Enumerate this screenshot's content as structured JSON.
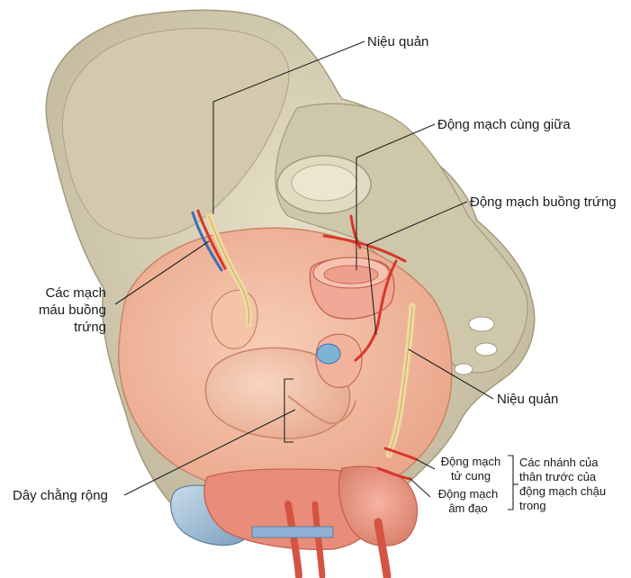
{
  "figure": {
    "labels": {
      "ureter_top": "Niệu quản",
      "median_sacral_artery": "Động mạch cùng giữa",
      "ovarian_artery": "Động mạch buồng trứng",
      "ovarian_vessels_line1": "Các mạch",
      "ovarian_vessels_line2": "máu buồng",
      "ovarian_vessels_line3": "trứng",
      "ureter_right": "Niệu quản",
      "uterine_artery_line1": "Động mạch",
      "uterine_artery_line2": "tử cung",
      "vaginal_artery_line1": "Động mạch",
      "vaginal_artery_line2": "âm đạo",
      "branches_line1": "Các nhánh của",
      "branches_line2": "thân trước của",
      "branches_line3": "động mạch chậu",
      "branches_line4": "trong",
      "broad_ligament": "Dây chằng rộng"
    },
    "colors": {
      "bone": "#d8d1b6",
      "bone_shadow": "#b9b095",
      "peritoneum": "#f1b9a0",
      "peritoneum_edge": "#d99276",
      "uterus": "#f4c3a8",
      "artery": "#d9362b",
      "vein": "#3d6fb8",
      "ureter": "#efd9a0",
      "leader": "#222222"
    }
  }
}
